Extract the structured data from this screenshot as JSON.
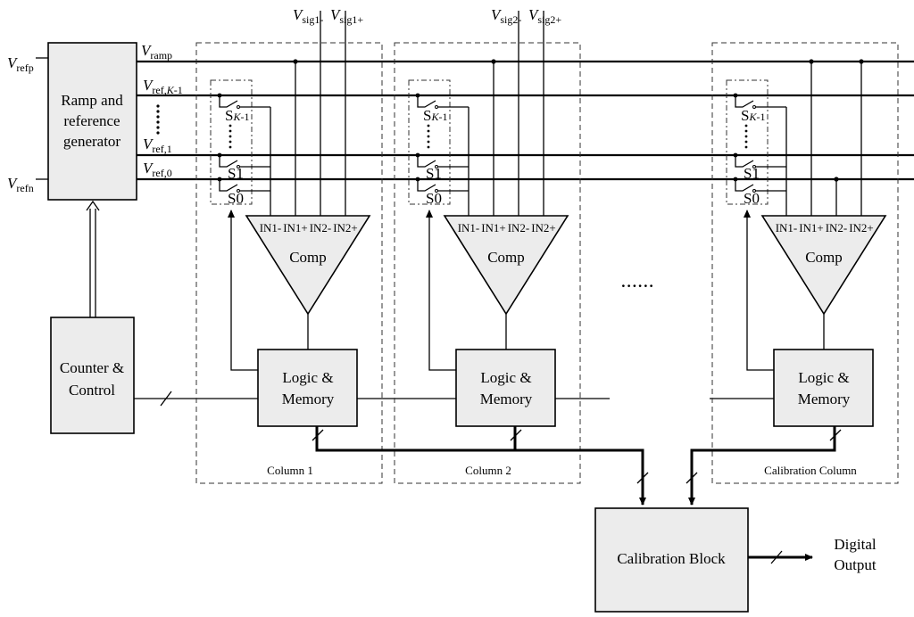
{
  "ramp_generator": {
    "line1": "Ramp and",
    "line2": "reference",
    "line3": "generator"
  },
  "counter": {
    "line1": "Counter &",
    "line2": "Control"
  },
  "inputs": {
    "vrefp_sub": "refp",
    "vrefn_sub": "refn",
    "v": "V"
  },
  "rails": {
    "vramp_sub": "ramp",
    "vrefk1_sub": "ref,",
    "vrefk1_k": "K",
    "vrefk1_tail": "-1",
    "vref1_sub": "ref,1",
    "vref0_sub": "ref,0"
  },
  "signals": {
    "col1_minus": "sig1-",
    "col1_plus": "sig1+",
    "col2_minus": "sig2-",
    "col2_plus": "sig2+"
  },
  "switches": {
    "sk1": "S",
    "sk1_k": "K",
    "sk1_tail": "-1",
    "s1": "S1",
    "s0": "S0"
  },
  "comparator": {
    "label": "Comp",
    "in1m": "IN1-",
    "in1p": "IN1+",
    "in2m": "IN2-",
    "in2p": "IN2+"
  },
  "logic": {
    "line1": "Logic &",
    "line2": "Memory"
  },
  "columns": [
    "Column 1",
    "Column 2",
    "Calibration Column"
  ],
  "ellipsis": "......",
  "calibration_block": "Calibration Block",
  "output": {
    "line1": "Digital",
    "line2": "Output"
  }
}
